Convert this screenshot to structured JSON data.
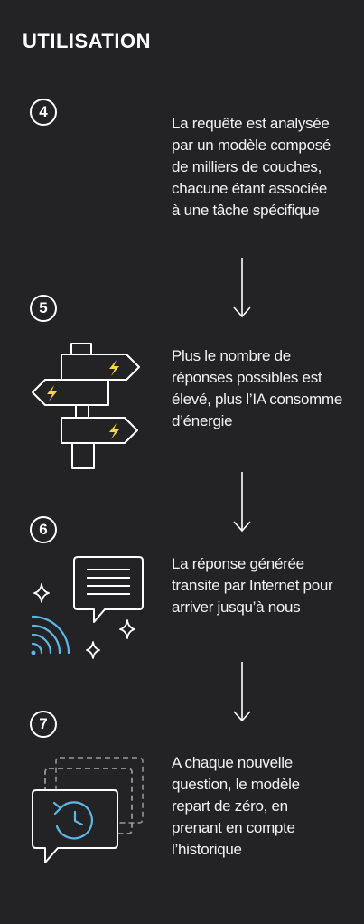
{
  "title": "UTILISATION",
  "colors": {
    "background": "#232326",
    "text": "#ffffff",
    "bolt": "#f5d742",
    "wifi": "#5bb8e8",
    "clock": "#5bb8e8"
  },
  "steps": [
    {
      "number": "4",
      "text": "La requête est analysée par un modèle composé de milliers de couches, chacune étant associée à une tâche spécifique",
      "icon": ""
    },
    {
      "number": "5",
      "text": "Plus le nombre de réponses possibles est élevé, plus l’IA consomme d’énergie",
      "icon": "signpost-icon"
    },
    {
      "number": "6",
      "text": "La réponse générée transite par Internet pour arriver jusqu’à nous",
      "icon": "chat-bubble-wifi-icon"
    },
    {
      "number": "7",
      "text": "A chaque nouvelle question, le modèle repart de zéro, en prenant en compte l’historique",
      "icon": "history-chat-icon"
    }
  ]
}
